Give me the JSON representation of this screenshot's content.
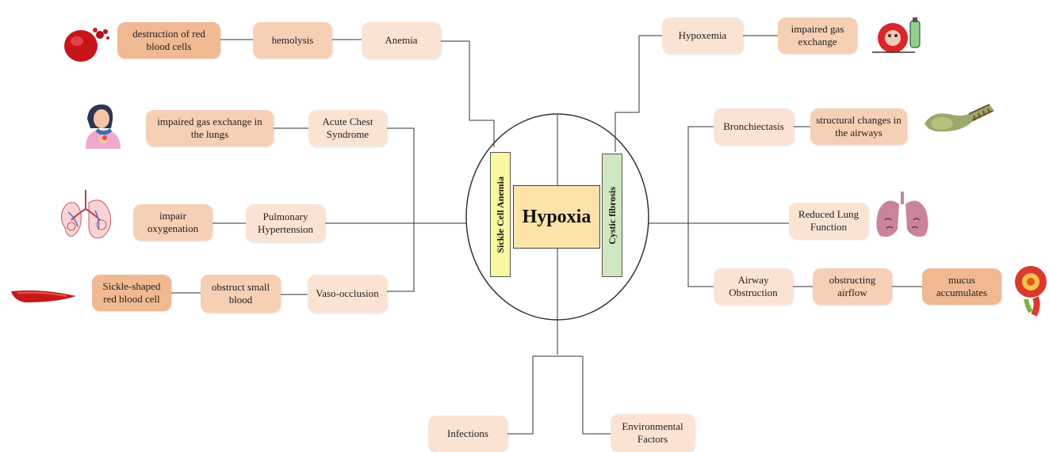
{
  "center": {
    "title": "Hypoxia"
  },
  "branches": {
    "left": "Sickle Cell Anemia",
    "right": "Cystic fibrosis"
  },
  "nodes": {
    "destruction": "destruction of red blood cells",
    "hemolysis": "hemolysis",
    "anemia": "Anemia",
    "impaired_lungs": "impaired gas exchange in the lungs",
    "acute_chest": "Acute Chest Syndrome",
    "impair_oxy": "impair oxygenation",
    "pulm_htn": "Pulmonary Hypertension",
    "sickle_shaped": "Sickle-shaped red blood cell",
    "obstruct_small": "obstruct small blood",
    "vaso": "Vaso-occlusion",
    "hypoxemia": "Hypoxemia",
    "impaired_gas": "impaired gas exchange",
    "bronchiectasis": "Bronchiectasis",
    "structural": "structural changes in the airways",
    "reduced_lung": "Reduced Lung Function",
    "airway_obs": "Airway Obstruction",
    "obstructing": "obstructing airflow",
    "mucus": "mucus accumulates",
    "infections": "Infections",
    "environmental": "Environmental Factors"
  },
  "icons": [
    "red-blood-cell-icon",
    "patient-chest-pain-icon",
    "lung-vessels-icon",
    "sickle-cell-icon",
    "cell-oxygen-tank-icon",
    "bronchus-icon",
    "lungs-icon",
    "airway-mucus-icon"
  ],
  "colors": {
    "light": "#fbe3d4",
    "medium": "#f6cfb4",
    "dark": "#f0b992",
    "center": "#fde3a8",
    "left_bar": "#fbf7a0",
    "right_bar": "#cfe8bf"
  }
}
